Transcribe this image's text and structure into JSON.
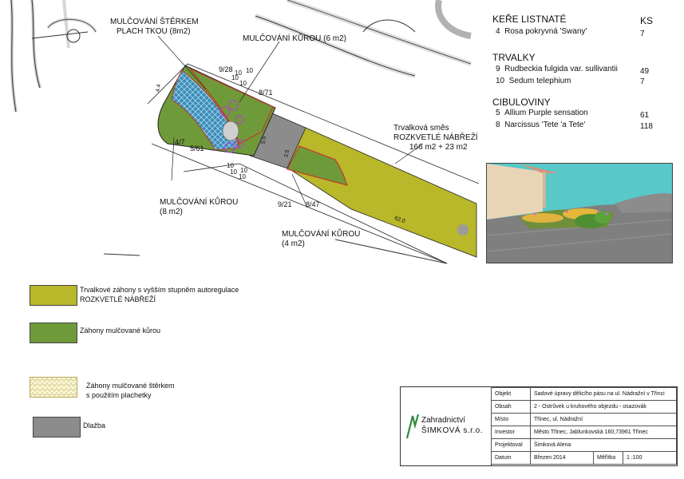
{
  "labels": {
    "gravel_a": "MULČOVÁNÍ ŠTĚRKEM",
    "gravel_b": "PLACH TKOU (8m2)",
    "bark6": "MULČOVÁNÍ KŮROU (6 m2)",
    "bark8_a": "MULČOVÁNÍ KŮROU",
    "bark8_b": "(8 m2)",
    "bark4_a": "MULČOVÁNÍ KŮROU",
    "bark4_b": "(4 m2)",
    "perennial_a": "Trvalková směs",
    "perennial_b": "ROZKVETLÉ NÁBŘEŽÍ",
    "perennial_c": "166 m2 + 23 m2"
  },
  "dims": [
    "9/28",
    "10",
    "10",
    "10",
    "10",
    "8/71",
    "4/7",
    "5/61",
    "10",
    "10",
    "10",
    "10",
    "9/21",
    "8/47",
    "4.4",
    "5.5",
    "3.5",
    "62.0"
  ],
  "plants": {
    "count_header": "KS",
    "groups": [
      {
        "title": "KEŘE LISTNATÉ",
        "items": [
          {
            "id": "4",
            "name": "Rosa pokryvná 'Swany'",
            "count": "7"
          }
        ]
      },
      {
        "title": "TRVALKY",
        "items": [
          {
            "id": "9",
            "name": "Rudbeckia fulgida var. sullivantii",
            "count": "49"
          },
          {
            "id": "10",
            "name": "Sedum telephium",
            "count": "7"
          }
        ]
      },
      {
        "title": "CIBULOVINY",
        "items": [
          {
            "id": "5",
            "name": "Allium Purple sensation",
            "count": "61"
          },
          {
            "id": "8",
            "name": "Narcissus 'Tete 'a Tete'",
            "count": "118"
          }
        ]
      }
    ]
  },
  "legend": [
    {
      "text1": "Trvalkové záhony s vyšším stupněm autoregulace",
      "text2": "ROZKVETLÉ NÁBŘEŽÍ",
      "color": "#b9b72a"
    },
    {
      "text1": "Záhony mulčované kůrou",
      "text2": "",
      "color": "#6f9a3a"
    },
    {
      "text1": "Záhony mulčované štěrkem",
      "text2": "s použitím plachetky",
      "color": "#fbf8d8"
    },
    {
      "text1": "Dlažba",
      "text2": "",
      "color": "#8c8c8c"
    }
  ],
  "title_block": {
    "logo_line1": "Zahradnictví",
    "logo_line2": "ŠIMKOVÁ s.r.o.",
    "rows": [
      {
        "key": "Objekt",
        "value": "Sadové úpravy dělicího pásu na ul. Nádražní v Třinci"
      },
      {
        "key": "Obsah",
        "value": "2 - Ostrůvek u kruhového objezdu - osazovák"
      },
      {
        "key": "Místo",
        "value": "Třinec, ul. Nádražní"
      },
      {
        "key": "Investor",
        "value": "Město Třinec, Jablunkovská 160,73961 Třinec"
      },
      {
        "key": "Projektoval",
        "value": "Šimková Alena"
      }
    ],
    "date_key": "Datum",
    "date_value": "Březen 2014",
    "scale_key": "Měřítko",
    "scale_value": "1 :100"
  },
  "colors": {
    "perennial": "#b9b72a",
    "bark": "#6f9a3a",
    "paving": "#8c8c8c",
    "gravel_net": "#2d7fa8",
    "edge": "#c0392b"
  }
}
